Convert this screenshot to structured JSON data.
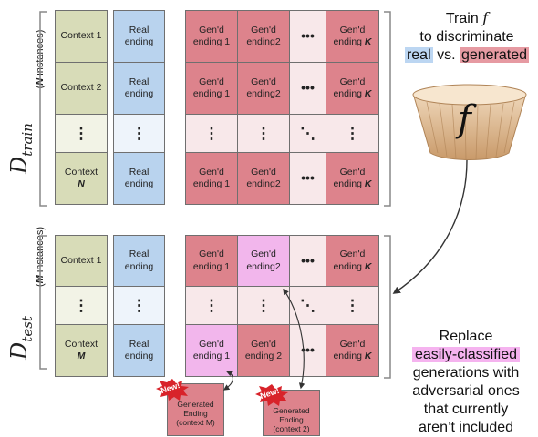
{
  "left_labels": {
    "train_instances": "(N instances)",
    "train_instances_var": "N",
    "train_instances_rest": " instances)",
    "test_instances_var": "M",
    "test_instances_rest": " instances)",
    "train_symbol": "D",
    "train_sub": "train",
    "test_symbol": "D",
    "test_sub": "test"
  },
  "train": {
    "context1": "Context 1",
    "context2": "Context 2",
    "contextN_line1": "Context",
    "contextN_var": "N",
    "real_ending": "Real\nending",
    "gen1": "Gen'd\nending 1",
    "gen2": "Gen'd\nending2",
    "genK_line1": "Gen'd",
    "genK_line2": "ending ",
    "genK_var": "K",
    "dots": "•••",
    "vdots": "⋮",
    "ddots": "⋱"
  },
  "test": {
    "context1": "Context 1",
    "contextM_line1": "Context",
    "contextM_var": "M",
    "real_ending": "Real\nending",
    "gen1": "Gen'd\nending 1",
    "gen2_row1": "Gen'd\nending2",
    "gen2_row3": "Gen'd\nending 2",
    "genK_line1": "Gen'd",
    "genK_line2": "ending ",
    "genK_var": "K"
  },
  "right_text": {
    "train_line1": "Train ",
    "train_var": "f",
    "train_line2": "to discriminate",
    "real_word": "real",
    "vs": " vs. ",
    "generated_word": "generated",
    "filter_symbol": "f",
    "replace_line1": "Replace",
    "replace_highlight": "easily-classified",
    "replace_line3": "generations with",
    "replace_line4": "adversarial ones",
    "replace_line5": "that currently",
    "replace_line6": "aren’t included"
  },
  "new_cards": [
    {
      "badge": "New!",
      "line1": "Generated",
      "line2": "Ending",
      "line3": "(context M)"
    },
    {
      "badge": "New!",
      "line1": "Generated",
      "line2": "Ending",
      "line3": "(context 2)"
    }
  ],
  "colors": {
    "context": "#d8dcb8",
    "real": "#b9d3ee",
    "generated": "#dd838c",
    "adversarial": "#f2b6ec",
    "badge": "#d8232a"
  }
}
